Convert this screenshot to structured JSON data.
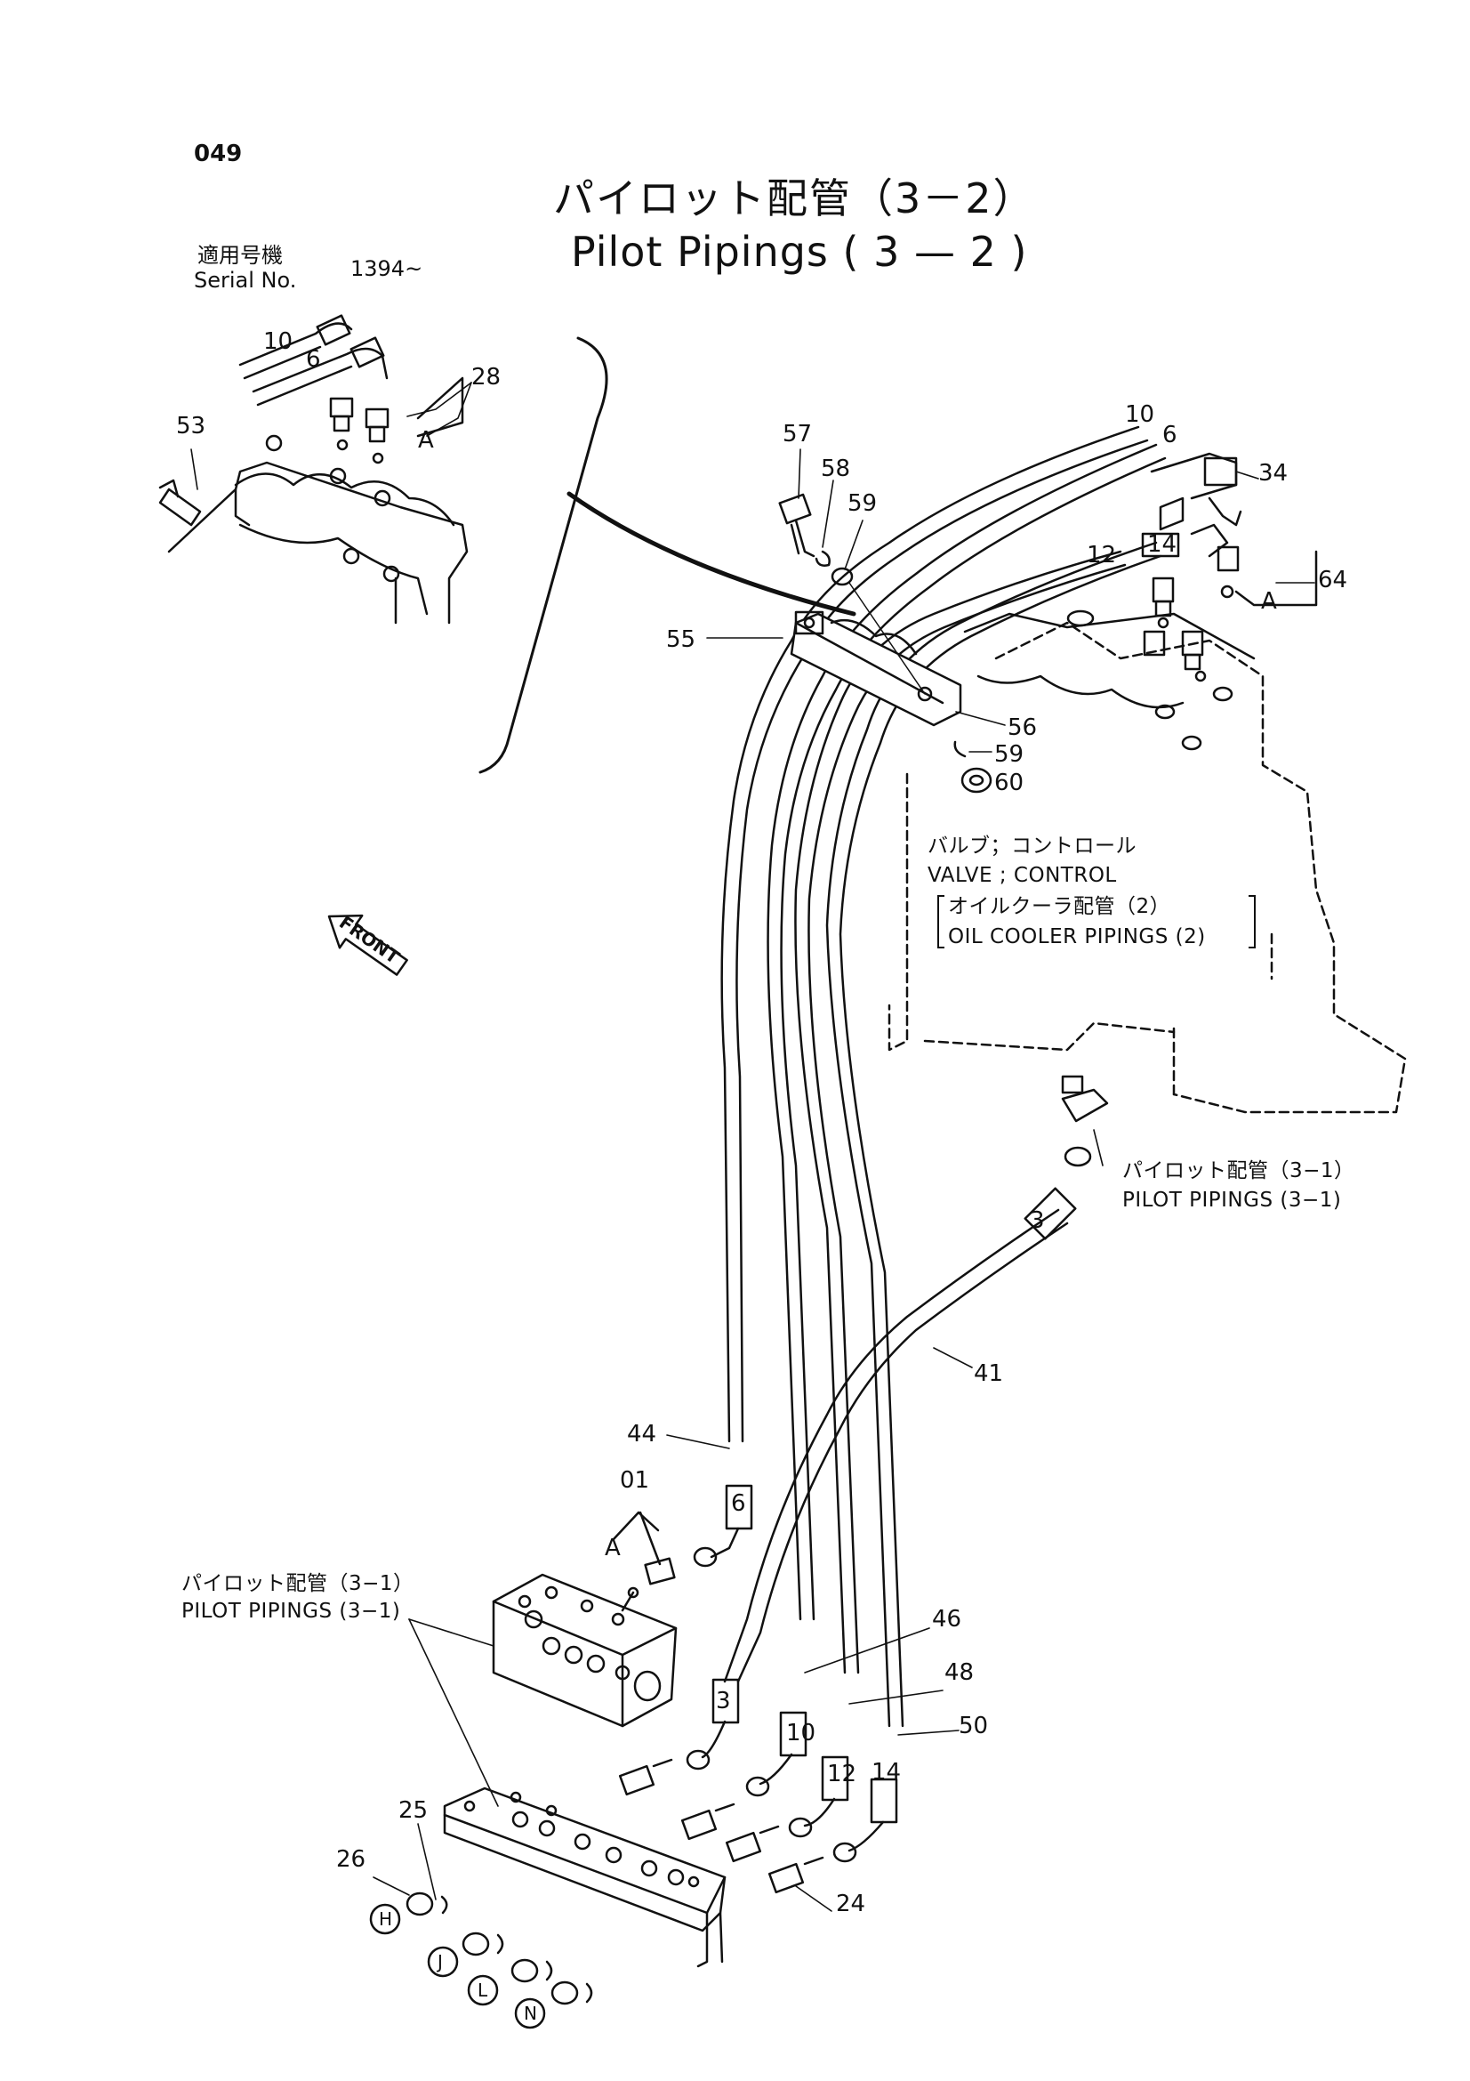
{
  "page_number": "049",
  "title": {
    "japanese": "パイロット配管（3－2）",
    "english": "Pilot Pipings ( 3 — 2 )"
  },
  "serial": {
    "label_ja": "適用号機",
    "label_en": "Serial No.",
    "value": "1394~"
  },
  "notes": {
    "valve_ja": "バルブ；コントロール",
    "valve_en": "VALVE ; CONTROL",
    "oilcooler_ja": "オイルクーラ配管（2）",
    "oilcooler_en": "OIL COOLER PIPINGS (2)",
    "pilot31_right_ja": "パイロット配管（3−1）",
    "pilot31_right_en": "PILOT PIPINGS (3−1)",
    "pilot31_left_ja": "パイロット配管（3−1）",
    "pilot31_left_en": "PILOT PIPINGS (3−1)",
    "front": "FRONT"
  },
  "callouts": {
    "c01": "01",
    "c3": "3",
    "c6": "6",
    "c10": "10",
    "c12": "12",
    "c14": "14",
    "c24": "24",
    "c25": "25",
    "c26": "26",
    "c28": "28",
    "c34": "34",
    "c41": "41",
    "c44": "44",
    "c46": "46",
    "c48": "48",
    "c50": "50",
    "c53": "53",
    "c55": "55",
    "c56": "56",
    "c57": "57",
    "c58": "58",
    "c59": "59",
    "c60": "60",
    "c64": "64",
    "A": "A",
    "H": "H",
    "J": "J",
    "L": "L",
    "N": "N"
  }
}
